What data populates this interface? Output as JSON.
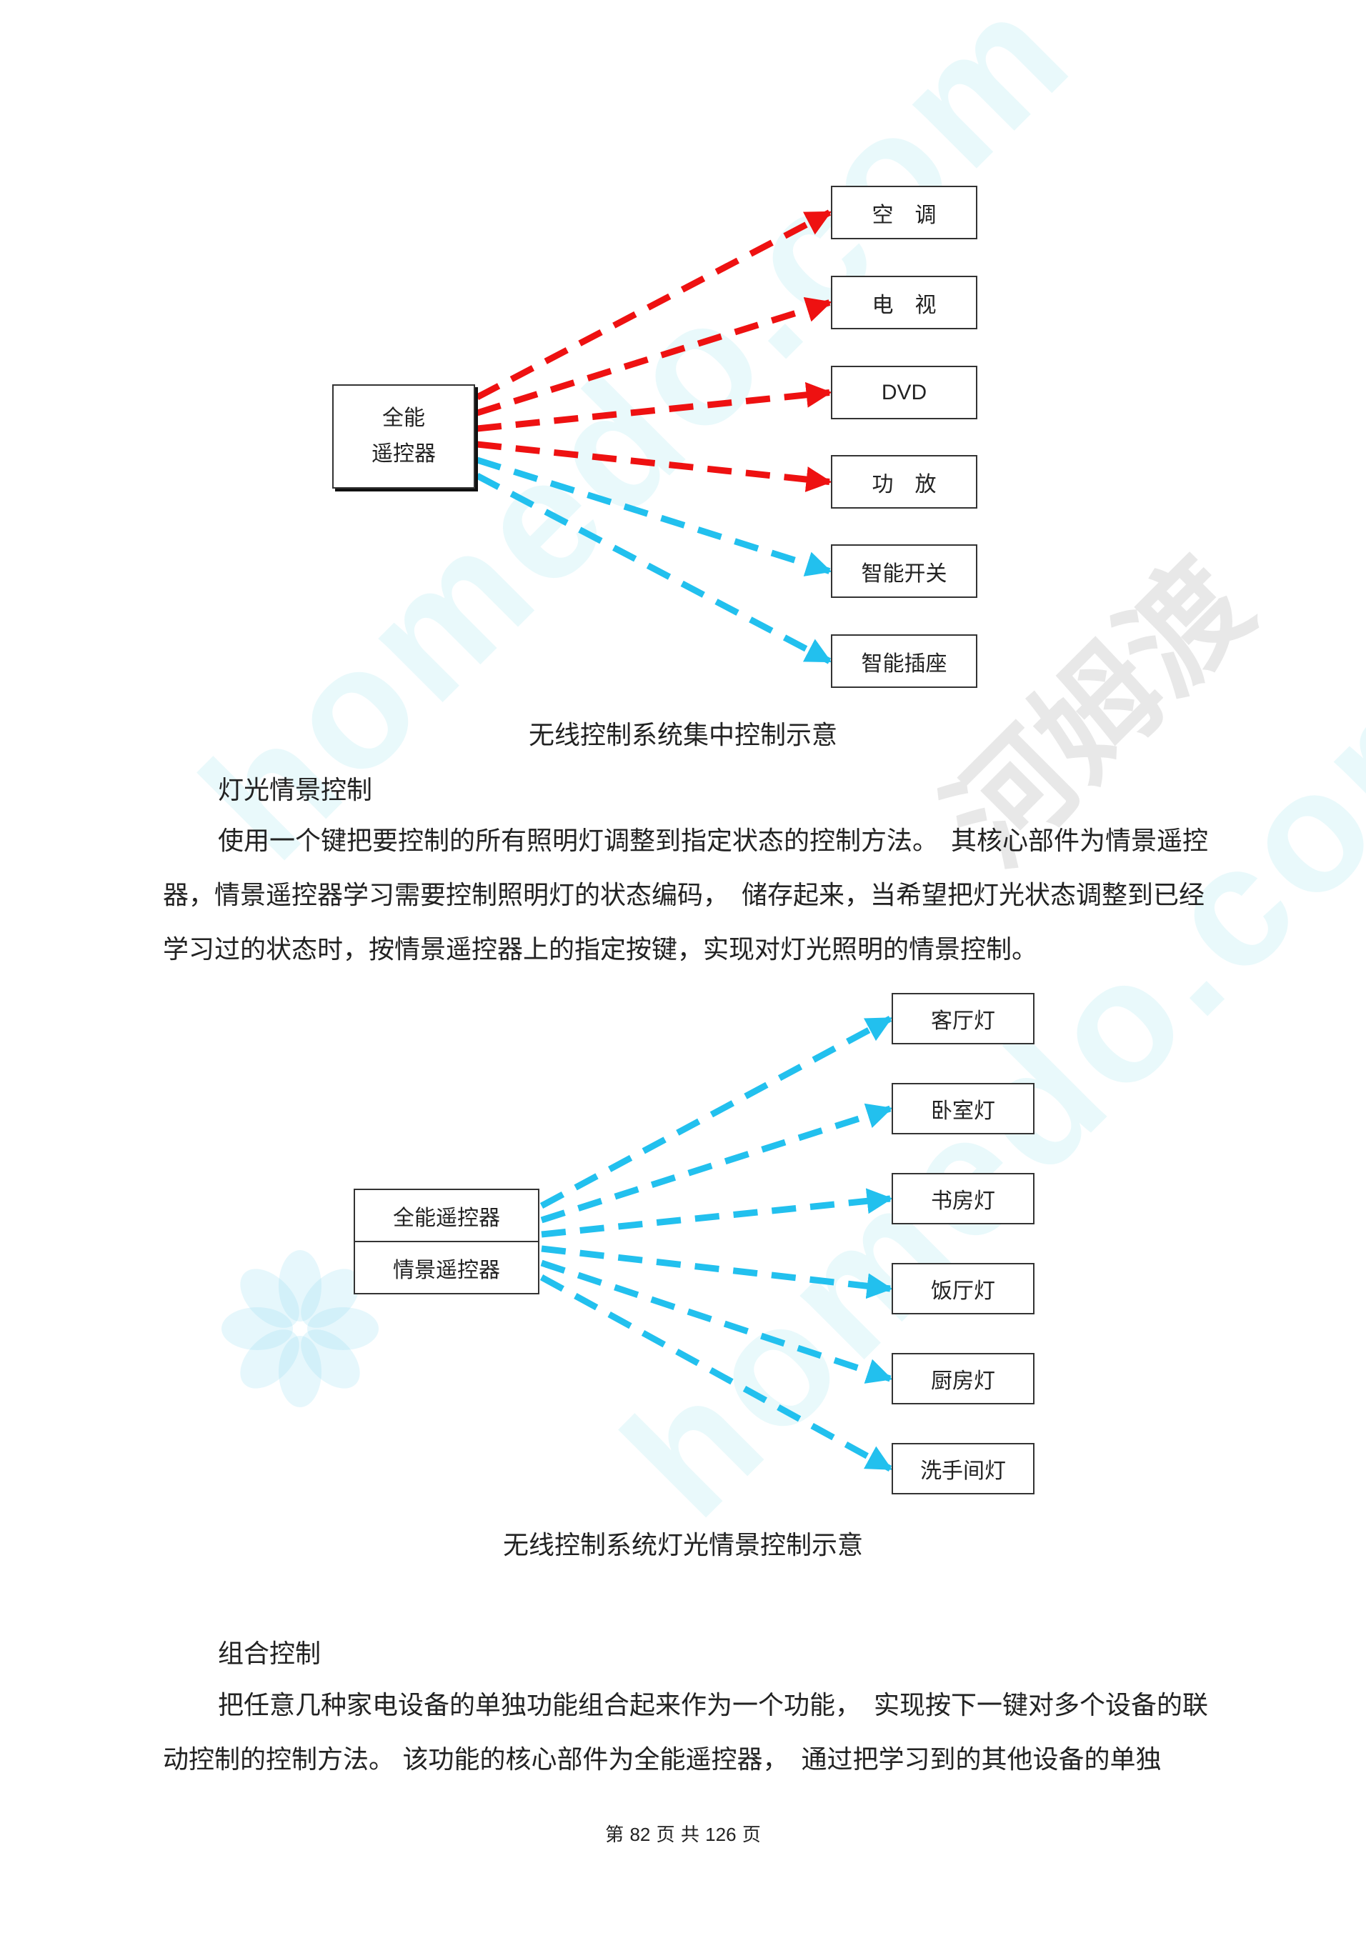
{
  "watermark": {
    "domain_text": "homedo.com",
    "brand_text": "河姆渡"
  },
  "diagram1": {
    "source": {
      "line1": "全能",
      "line2": "遥控器"
    },
    "targets": [
      {
        "label": "空　调",
        "arrow_color": "#ee1111"
      },
      {
        "label": "电　视",
        "arrow_color": "#ee1111"
      },
      {
        "label": "DVD",
        "arrow_color": "#ee1111"
      },
      {
        "label": "功　放",
        "arrow_color": "#ee1111"
      },
      {
        "label": "智能开关",
        "arrow_color": "#22c0ee"
      },
      {
        "label": "智能插座",
        "arrow_color": "#22c0ee"
      }
    ],
    "caption": "无线控制系统集中控制示意"
  },
  "section1": {
    "heading": "灯光情景控制",
    "paragraph": "使用一个键把要控制的所有照明灯调整到指定状态的控制方法。　其核心部件为情景遥控器，情景遥控器学习需要控制照明灯的状态编码，　储存起来，当希望把灯光状态调整到已经学习过的状态时，按情景遥控器上的指定按键，实现对灯光照明的情景控制。"
  },
  "diagram2": {
    "source": {
      "top": "全能遥控器",
      "bottom": "情景遥控器"
    },
    "targets": [
      {
        "label": "客厅灯",
        "arrow_color": "#22c0ee"
      },
      {
        "label": "卧室灯",
        "arrow_color": "#22c0ee"
      },
      {
        "label": "书房灯",
        "arrow_color": "#22c0ee"
      },
      {
        "label": "饭厅灯",
        "arrow_color": "#22c0ee"
      },
      {
        "label": "厨房灯",
        "arrow_color": "#22c0ee"
      },
      {
        "label": "洗手间灯",
        "arrow_color": "#22c0ee"
      }
    ],
    "caption": "无线控制系统灯光情景控制示意"
  },
  "section2": {
    "heading": "组合控制",
    "paragraph": "把任意几种家电设备的单独功能组合起来作为一个功能，　实现按下一键对多个设备的联动控制的控制方法。 该功能的核心部件为全能遥控器，　通过把学习到的其他设备的单独"
  },
  "footer": {
    "prefix": "第",
    "page": "82",
    "mid": "页 共",
    "total": "126",
    "suffix": "页"
  }
}
